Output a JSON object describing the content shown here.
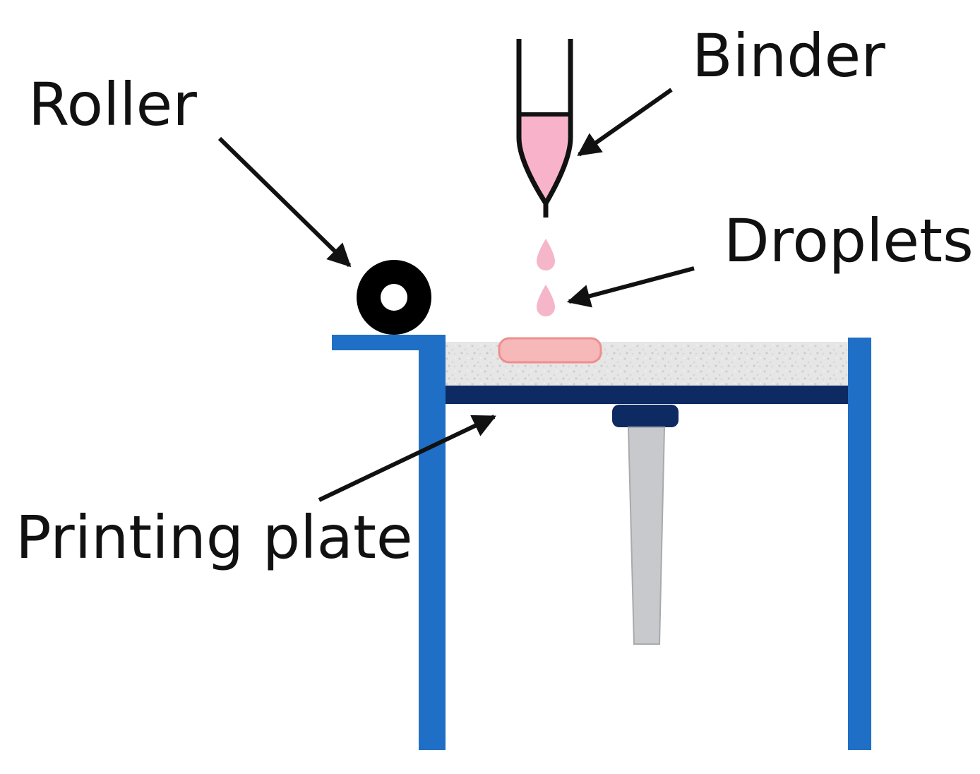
{
  "labels": {
    "roller": "Roller",
    "binder": "Binder",
    "droplets": "Droplets",
    "printing_plate": "Printing plate"
  },
  "colors": {
    "frame_blue": "#1f6fc6",
    "plate_navy": "#0d2a63",
    "binder_pink": "#f8b3ca",
    "droplet_pink": "#f4b6c8",
    "part_pink": "#f6b8b8",
    "powder_grey": "#e4e4e4",
    "piston_grey": "#c7c9cc",
    "arrow_black": "#111111"
  },
  "icons": {
    "roller": "roller-icon",
    "nozzle": "nozzle-icon",
    "droplet": "droplet-icon"
  }
}
